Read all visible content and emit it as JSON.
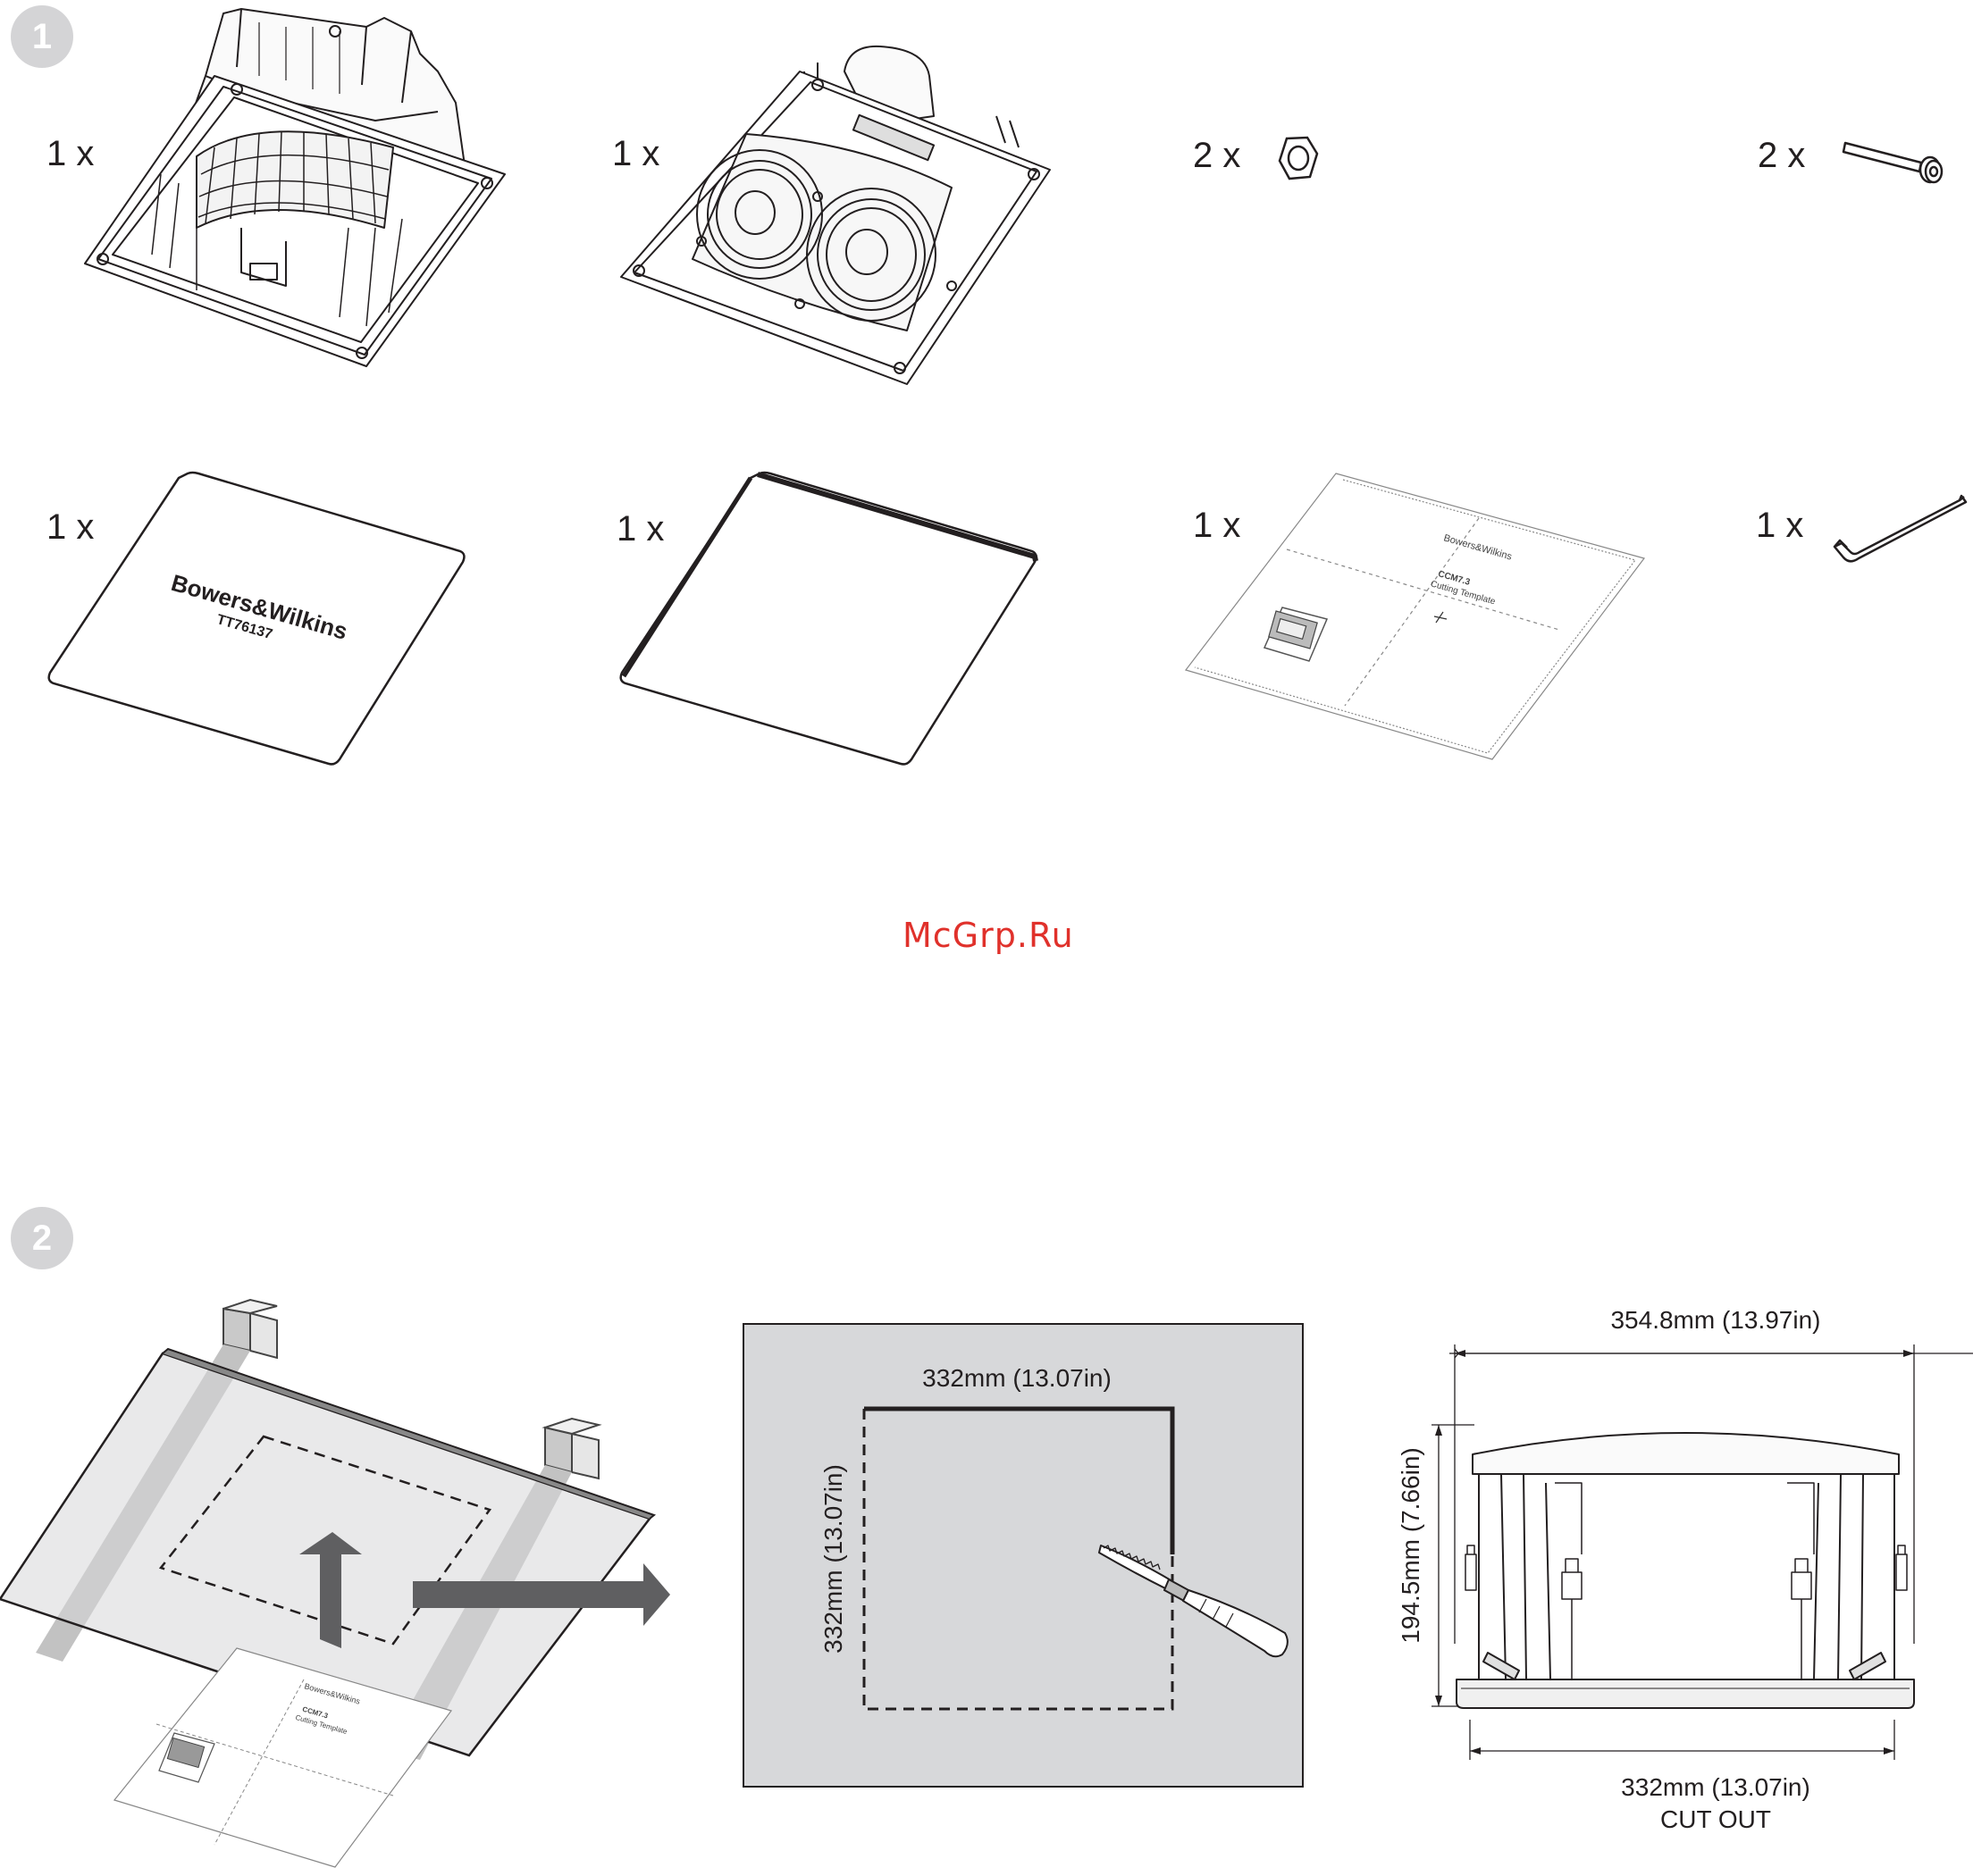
{
  "steps": [
    {
      "number": "1"
    },
    {
      "number": "2"
    }
  ],
  "parts": [
    {
      "qty": "1 x",
      "icon": "speaker-back-box-icon"
    },
    {
      "qty": "1 x",
      "icon": "speaker-baffle-icon"
    },
    {
      "qty": "2 x",
      "icon": "nut-icon"
    },
    {
      "qty": "2 x",
      "icon": "bolt-icon"
    },
    {
      "qty": "1 x",
      "icon": "grille-icon"
    },
    {
      "qty": "1 x",
      "icon": "paint-mask-icon"
    },
    {
      "qty": "1 x",
      "icon": "cutting-template-icon"
    },
    {
      "qty": "1 x",
      "icon": "hex-key-icon"
    }
  ],
  "grille_logo": {
    "brand": "Bowers&Wilkins",
    "code": "TT76137"
  },
  "template": {
    "brand": "Bowers&Wilkins",
    "model": "CCM7.3",
    "title": "Cutting Template"
  },
  "watermark": "McGrp.Ru",
  "dimensions": {
    "cut_width": "332mm (13.07in)",
    "cut_height": "332mm (13.07in)",
    "overall_width": "354.8mm (13.97in)",
    "overall_height": "194.5mm (7.66in)",
    "cutout_width": "332mm (13.07in)",
    "cutout_label": "CUT OUT"
  },
  "colors": {
    "badge": "#d4d4d6",
    "panel": "#d7d8da",
    "arrow": "#5f5f61",
    "watermark": "#e0312b"
  }
}
